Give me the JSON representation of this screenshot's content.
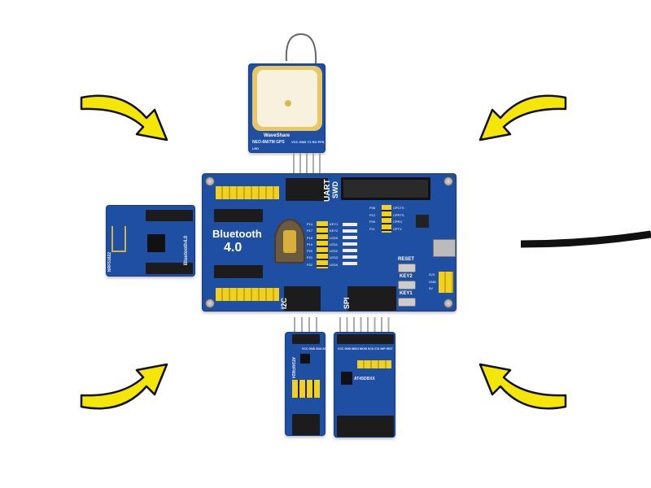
{
  "gps_module": {
    "brand": "WaveShare",
    "model": "NEO-6M/7M GPS",
    "pins": "VCC GND TX RX PPS",
    "led": "LED"
  },
  "main_board": {
    "title_line1": "Bluetooth",
    "title_line2": "4.0",
    "uart": "UART",
    "swd": "SWD",
    "i2c": "I2C",
    "spi": "SPI",
    "jumpers_left": [
      "P14",
      "P17",
      "P18",
      "P19",
      "P20",
      "P21",
      "P22"
    ],
    "jumpers_left_targets": [
      "KEY1",
      "KEY2",
      "LED0",
      "LED1",
      "LED2",
      "LED3",
      "LED4"
    ],
    "uart_jumpers": [
      "P08",
      "P12",
      "P09",
      "P11"
    ],
    "uart_targets": [
      "CPCTS",
      "CPRTS",
      "CPRX",
      "CPTX"
    ],
    "buttons": [
      "RESET",
      "KEY2",
      "KEY1"
    ],
    "power": [
      "3V3",
      "GND",
      "5V"
    ]
  },
  "bt_module": {
    "label": "Bluetooth4.0",
    "chip": "NRF51822"
  },
  "eeprom_module": {
    "label": "AT24/FM24",
    "pins": "VCC GND SDA SCL"
  },
  "flash_module": {
    "label": "AT45DBXX",
    "pins": "VCC GND MISO MOSI SCK /CS /WP /RST"
  },
  "colors": {
    "pcb": "#1f4fa3",
    "arrow": "#f5e60a",
    "header": "#1c1c1c",
    "jumper": "#f0d020"
  }
}
